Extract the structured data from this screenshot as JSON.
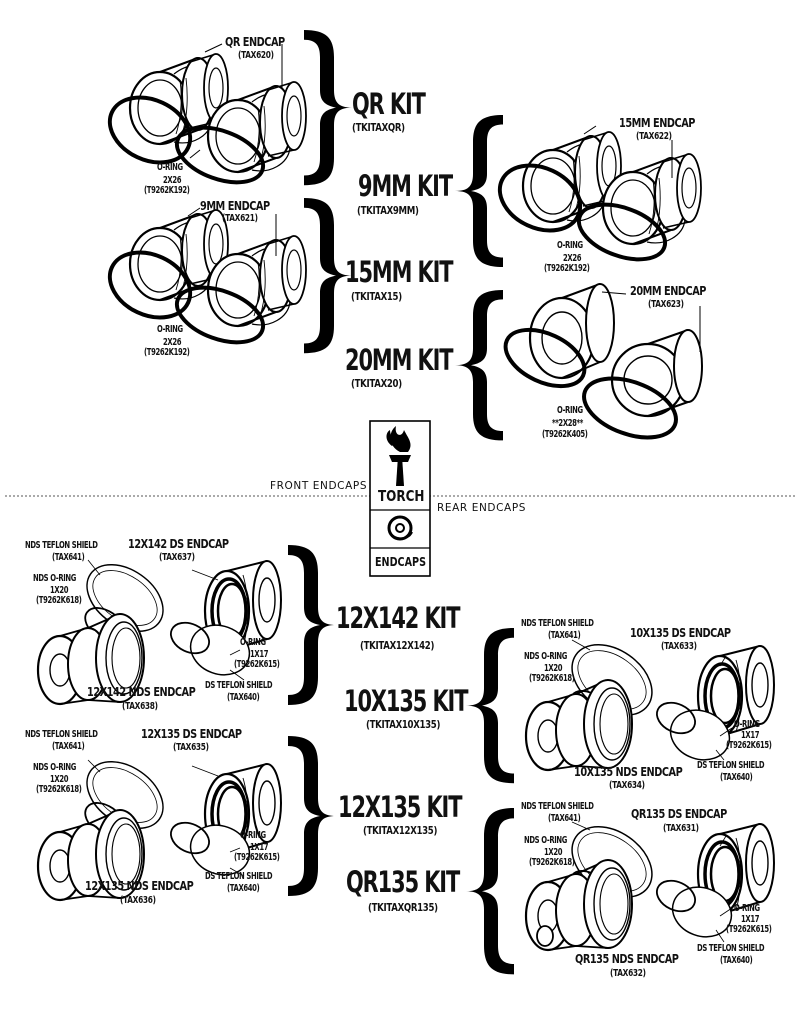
{
  "front_section": {
    "label": "FRONT ENDCAPS",
    "kits": {
      "qr": {
        "name": "QR KIT",
        "code": "(TKITAXQR)",
        "endcap": "QR ENDCAP",
        "endcap_code": "(TAX620)",
        "oring": "O-RING",
        "oring_size": "2X26",
        "oring_code": "(T9262K192)"
      },
      "nine": {
        "name": "9MM KIT",
        "code": "(TKITAX9MM)",
        "endcap": "9MM ENDCAP",
        "endcap_code": "(TAX621)",
        "oring": "O-RING",
        "oring_size": "2X26",
        "oring_code": "(T9262K192)"
      },
      "fifteen": {
        "name": "15MM KIT",
        "code": "(TKITAX15)",
        "endcap": "15MM ENDCAP",
        "endcap_code": "(TAX622)",
        "oring": "O-RING",
        "oring_size": "2X26",
        "oring_code": "(T9262K192)"
      },
      "twenty": {
        "name": "20MM KIT",
        "code": "(TKITAX20)",
        "endcap": "20MM ENDCAP",
        "endcap_code": "(TAX623)",
        "oring": "O-RING",
        "oring_size": "**2X28**",
        "oring_code": "(T9262K405)"
      }
    }
  },
  "rear_section": {
    "label": "REAR ENDCAPS",
    "kits": {
      "k12x142": {
        "name": "12X142 KIT",
        "code": "(TKITAX12X142)",
        "ds_endcap": "12X142 DS ENDCAP",
        "ds_code": "(TAX637)",
        "nds_endcap": "12X142 NDS ENDCAP",
        "nds_code": "(TAX638)",
        "nds_shield": "NDS TEFLON SHIELD",
        "nds_shield_code": "(TAX641)",
        "nds_oring": "NDS O-RING",
        "nds_oring_size": "1X20",
        "nds_oring_code": "(T9262K618)",
        "ds_oring": "O-RING",
        "ds_oring_size": "1X17",
        "ds_oring_code": "(T9262K615)",
        "ds_shield": "DS TEFLON SHIELD",
        "ds_shield_code": "(TAX640)"
      },
      "k10x135": {
        "name": "10X135 KIT",
        "code": "(TKITAX10X135)",
        "ds_endcap": "10X135 DS ENDCAP",
        "ds_code": "(TAX633)",
        "nds_endcap": "10X135 NDS ENDCAP",
        "nds_code": "(TAX634)",
        "nds_shield": "NDS TEFLON SHIELD",
        "nds_shield_code": "(TAX641)",
        "nds_oring": "NDS O-RING",
        "nds_oring_size": "1X20",
        "nds_oring_code": "(T9262K618)",
        "ds_oring": "O-RING",
        "ds_oring_size": "1X17",
        "ds_oring_code": "(T9262K615)",
        "ds_shield": "DS TEFLON SHIELD",
        "ds_shield_code": "(TAX640)"
      },
      "k12x135": {
        "name": "12X135 KIT",
        "code": "(TKITAX12X135)",
        "ds_endcap": "12X135 DS ENDCAP",
        "ds_code": "(TAX635)",
        "nds_endcap": "12X135 NDS ENDCAP",
        "nds_code": "(TAX636)",
        "nds_shield": "NDS TEFLON SHIELD",
        "nds_shield_code": "(TAX641)",
        "nds_oring": "NDS O-RING",
        "nds_oring_size": "1X20",
        "nds_oring_code": "(T9262K618)",
        "ds_oring": "O-RING",
        "ds_oring_size": "1X17",
        "ds_oring_code": "(T9262K615)",
        "ds_shield": "DS TEFLON SHIELD",
        "ds_shield_code": "(TAX640)"
      },
      "qr135": {
        "name": "QR135 KIT",
        "code": "(TKITAXQR135)",
        "ds_endcap": "QR135 DS ENDCAP",
        "ds_code": "(TAX631)",
        "nds_endcap": "QR135 NDS ENDCAP",
        "nds_code": "(TAX632)",
        "nds_shield": "NDS TEFLON SHIELD",
        "nds_shield_code": "(TAX641)",
        "nds_oring": "NDS O-RING",
        "nds_oring_size": "1X20",
        "nds_oring_code": "(T9262K618)",
        "ds_oring": "O-RING",
        "ds_oring_size": "1X17",
        "ds_oring_code": "(T9262K615)",
        "ds_shield": "DS TEFLON SHIELD",
        "ds_shield_code": "(TAX640)"
      }
    }
  },
  "logo": {
    "brand": "TORCH",
    "subtitle": "ENDCAPS",
    "flame_icon": "torch-flame-icon",
    "endcap_icon": "endcap-swirl-icon"
  }
}
